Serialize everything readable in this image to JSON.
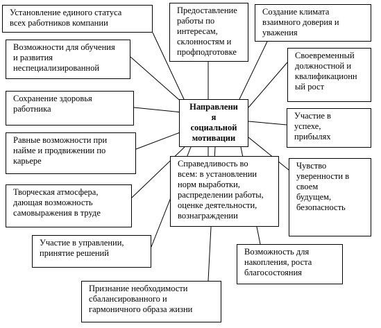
{
  "center": "Направлени\nя\nсоциальной\nмотивации",
  "boxes": {
    "status": "Установление единого статуса\nвсех работников компании",
    "learning": "Возможности для обучения\nи развития\nнеспециализированной",
    "health": "Сохранение здоровья\nработника",
    "hiring": "Равные возможности при\nнайме и продвижении по\nкарьере",
    "creative": "Творческая атмосфера,\nдающая возможность\nсамовыражения в труде",
    "management": "Участие в управлении,\nпринятие решений",
    "balance": "Признание необходимости\nсбалансированного и\nгармоничного образа жизни",
    "interests": "Предоставление\nработы по\nинтересам,\nсклонностям и\nпрофподготовке",
    "climate": "Создание климата\nвзаимного доверия и\nуважения",
    "growth": "Своевременный\nдолжностной и\nквалификационн\nый рост",
    "profit": "Участие в\nуспехе,\nприбылях",
    "security": "Чувство\nуверенности в\nсвоем\nбудущем,\nбезопасность",
    "wealth": "Возможность для\nнакопления, роста\nблагосостояния",
    "justice": "Справедливость во\nвсем: в установлении\nнорм выработки,\nраспределении работы,\nоценке деятельности,\nвознаграждении"
  }
}
